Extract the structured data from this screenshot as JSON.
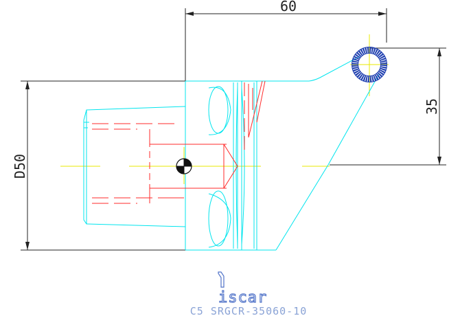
{
  "drawing": {
    "dimensions": {
      "top_length": "60",
      "right_height": "35",
      "left_diameter": "D50"
    },
    "logo": {
      "brand": "iscar"
    },
    "caption": "C5 SRGCR-35060-10",
    "colors": {
      "outline": "#00e5ee",
      "hidden_lines": "#ff2a2a",
      "center_lines": "#e8e800",
      "dimension_lines": "#222222",
      "insert": "#1f3fb0",
      "caption": "#8aa3d6"
    }
  }
}
